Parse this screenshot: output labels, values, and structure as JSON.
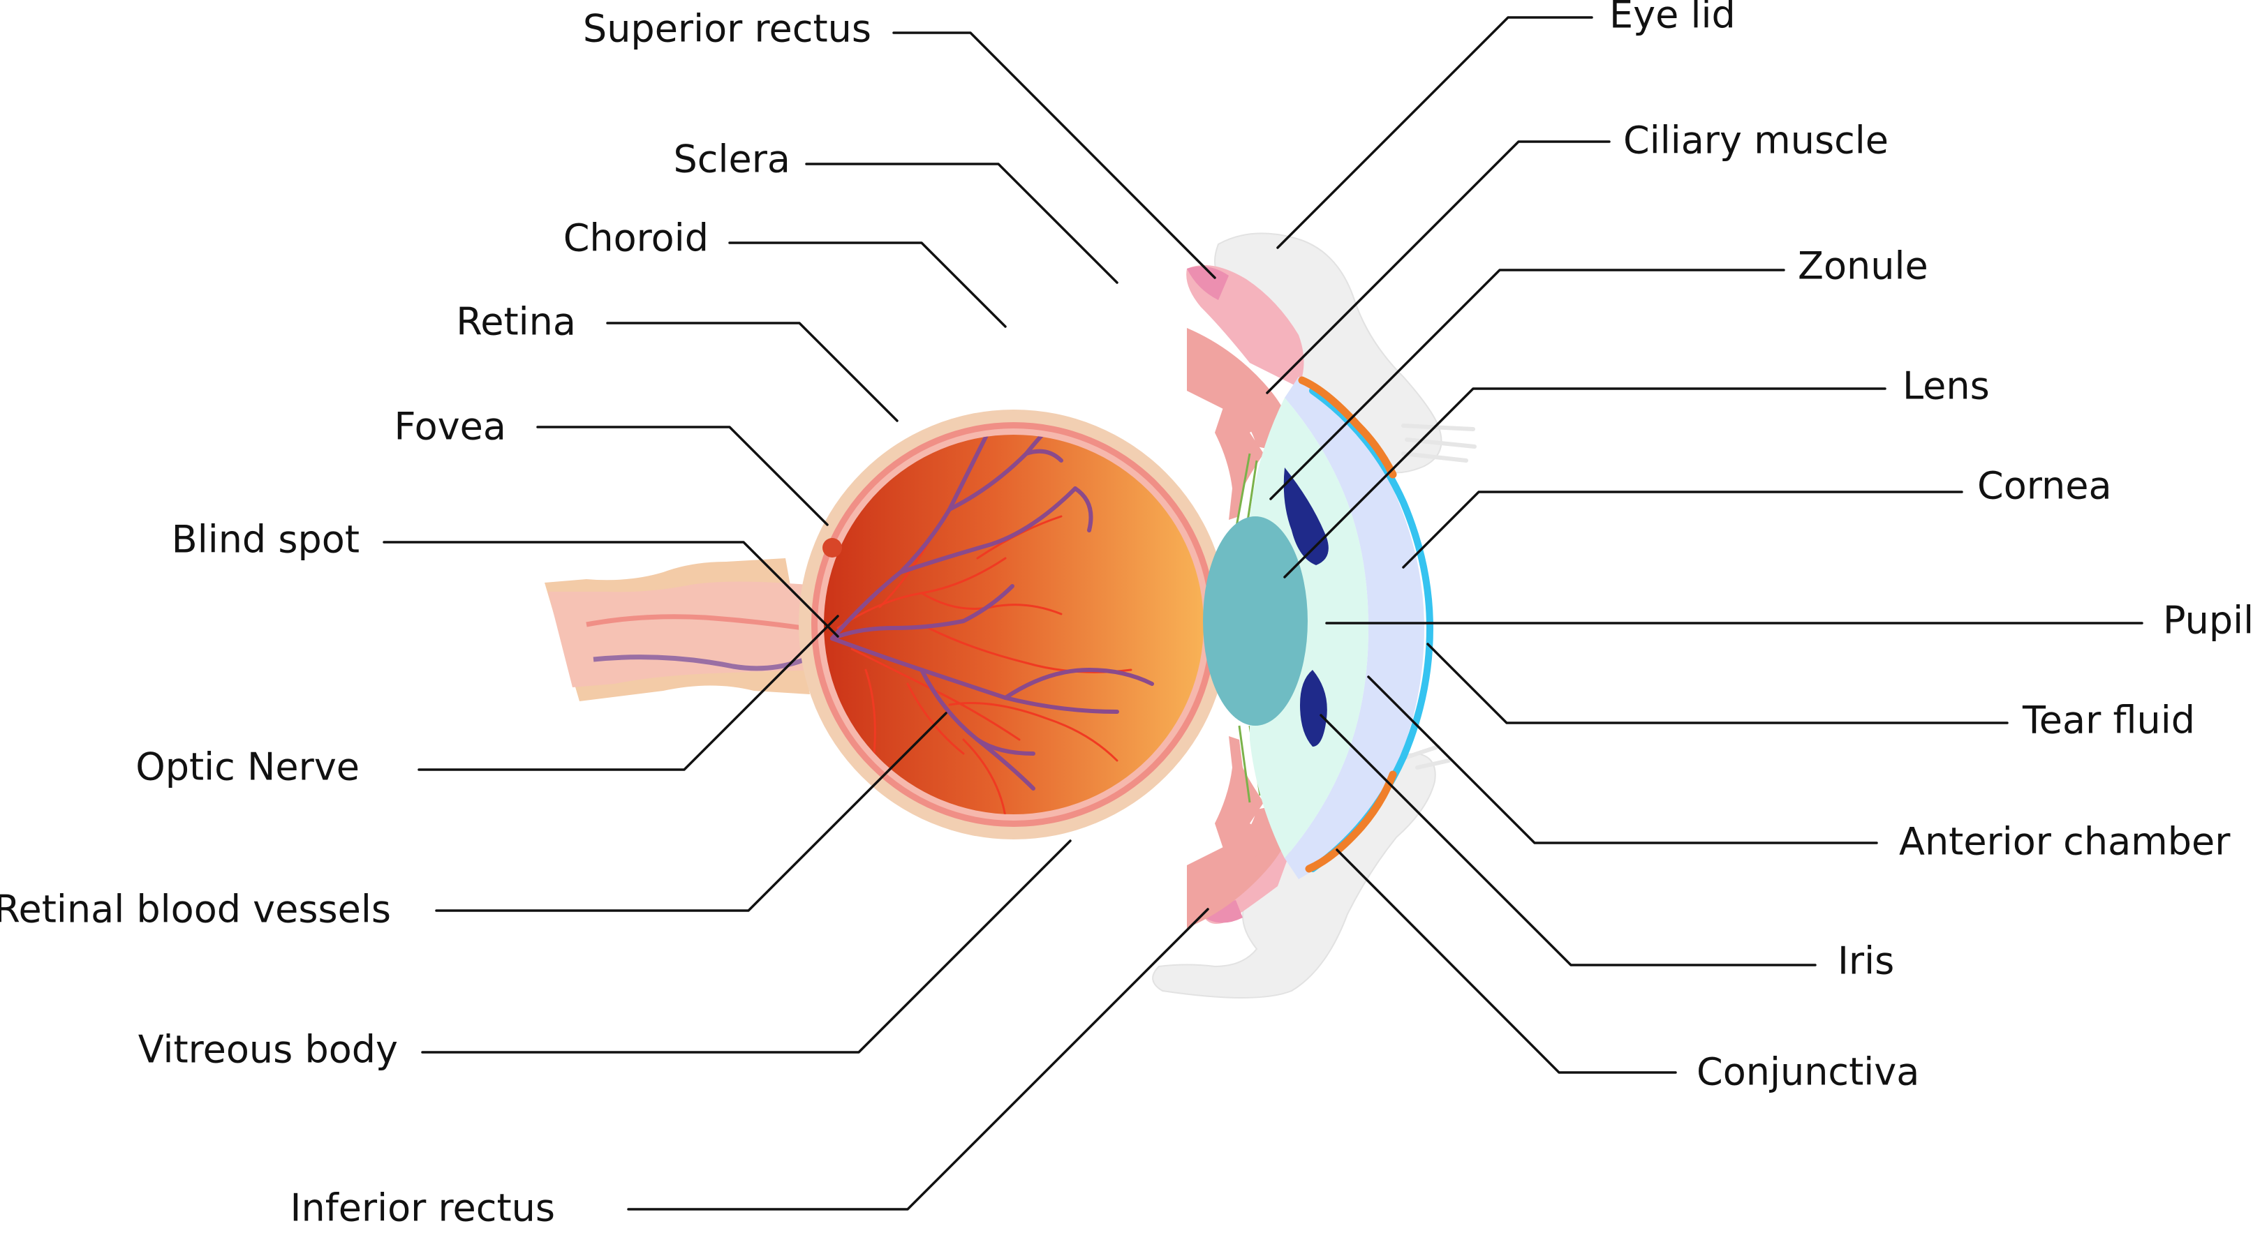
{
  "labels": {
    "superior_rectus": "Superior rectus",
    "sclera": "Sclera",
    "choroid": "Choroid",
    "retina": "Retina",
    "fovea": "Fovea",
    "blind_spot": "Blind spot",
    "optic_nerve": "Optic Nerve",
    "retinal_blood_vessels": "Retinal blood vessels",
    "vitreous_body": "Vitreous body",
    "inferior_rectus": "Inferior rectus",
    "eye_lid": "Eye lid",
    "ciliary_muscle": "Ciliary muscle",
    "zonule": "Zonule",
    "lens": "Lens",
    "cornea": "Cornea",
    "pupil": "Pupil",
    "tear_fluid": "Tear fluid",
    "anterior_chamber": "Anterior chamber",
    "iris": "Iris",
    "conjunctiva": "Conjunctiva"
  },
  "colors": {
    "sclera": "#f2cfb2",
    "choroid": "#f08f86",
    "retina_band": "#f6b8ad",
    "vitreous_dark": "#cf3a1c",
    "vitreous_light": "#f7ad52",
    "vessel_red": "#e8361c",
    "vessel_purple": "#8a4a8c",
    "lens": "#6fbcc3",
    "iris": "#1f2a8a",
    "cornea": "#d9e2fb",
    "aqueous": "#dcf8ef",
    "tear_fluid": "#35c3f0",
    "conjunctiva": "#f07f2a",
    "eyelid": "#efefef",
    "muscle_pink": "#f0a0b6",
    "zonule": "#7ab24a",
    "optic_nerve": "#f4c4b2",
    "leader_line": "#111111"
  }
}
